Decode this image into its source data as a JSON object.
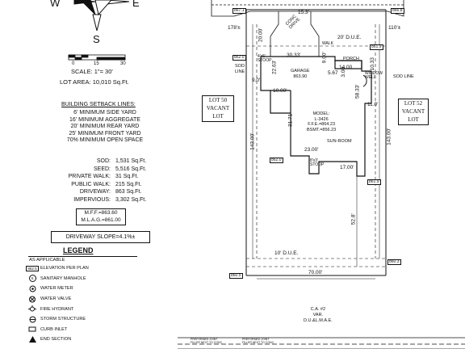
{
  "compass": {
    "west": "W",
    "east": "E",
    "south": "S"
  },
  "scale": {
    "ticks": [
      "0",
      "15",
      "30"
    ],
    "label": "SCALE:  1\"=  30'"
  },
  "lot_area": "LOT AREA: 10,010 Sq.Ft.",
  "setbacks": {
    "title": "BUILDING SETBACK LINES:",
    "lines": [
      "6' MINIMUM SIDE YARD",
      "16' MINIMUM AGGREGATE",
      "20' MINIMUM REAR YARD",
      "25' MINIMUM FRONT YARD",
      "70% MINIMUM OPEN SPACE"
    ]
  },
  "areas": [
    {
      "label": "SOD:",
      "value": "1,531 Sq.Ft."
    },
    {
      "label": "SEED:",
      "value": "5,516 Sq.Ft."
    },
    {
      "label": "PRIVATE WALK:",
      "value": "31 Sq.Ft."
    },
    {
      "label": "PUBLIC WALK:",
      "value": "215 Sq.Ft."
    },
    {
      "label": "DRIVEWAY:",
      "value": "863 Sq.Ft."
    },
    {
      "label": "IMPERVIOUS:",
      "value": "3,302 Sq.Ft."
    }
  ],
  "mff": "M.F.F.=863.60",
  "mlag": "M.L.A.G.=861.00",
  "driveway_slope": "DRIVEWAY SLOPE=4.1%±",
  "legend": {
    "title": "LEGEND",
    "subtitle": "AS APPLICABLE",
    "items": [
      {
        "symbol": "box",
        "text": "862.5",
        "label": "ELEVATION PER PLAN"
      },
      {
        "symbol": "circle-s",
        "text": "S",
        "label": "SANITARY MANHOLE"
      },
      {
        "symbol": "circle-dot",
        "text": "",
        "label": "WATER METER"
      },
      {
        "symbol": "valve",
        "text": "",
        "label": "WATER VALVE"
      },
      {
        "symbol": "hydrant",
        "text": "",
        "label": "FIRE HYDRANT"
      },
      {
        "symbol": "circle-line",
        "text": "",
        "label": "STORM STRUCTURE"
      },
      {
        "symbol": "rect",
        "text": "",
        "label": "CURB INLET"
      },
      {
        "symbol": "triangle",
        "text": "",
        "label": "END SECTION"
      }
    ]
  },
  "plan": {
    "lot50": [
      "LOT 50",
      "VACANT",
      "LOT"
    ],
    "lot52": [
      "LOT 52",
      "VACANT",
      "LOT"
    ],
    "elev_top_left": "867.1",
    "elev_top_right": "866.8",
    "dim_178": "178'±",
    "dim_110": "110'±",
    "dim_153": "15.3'",
    "conc_drive": "CONC\nDRIVE",
    "dim_20": "20' D.U.E.",
    "dim_3033": "30.33'",
    "dim_2000": "20.00'",
    "dim_2263": "22.63'",
    "porch": "PORCH",
    "dim_1400": "14.00",
    "dim_1033": "10.33",
    "dim_900": "9.00'",
    "dim_567": "5.67",
    "dim_300": "3.00",
    "garage": "GARAGE\n863.90",
    "stoop": "4'x5'\nSTOOP",
    "window_well": "WINDOW\nWELL",
    "sod_line_left": "SOD\nLINE",
    "sod_line_right": "SOD LINE",
    "dim_90": "9.0'",
    "dim_1000": "10.00'",
    "dim_1100": "11.0'",
    "model": "MODEL:\nL-3426\nF.F.E.=864.23\nBSMT.=856.23",
    "dim_3171": "31.71'",
    "dim_5833": "58.33'",
    "dim_14300_left": "143.00'",
    "dim_14300_right": "143.00'",
    "walk": "WALK",
    "sunroom": "SUN-ROOM",
    "dim_2300": "23.00'",
    "stoop2": "8'x3'\nSTOOP",
    "dim_1700": "17.00'",
    "dim_528": "52.8'",
    "elev_left_mid": "862.0",
    "elev_right_mid": "861.9",
    "dim_10due": "10' D.U.E.",
    "dim_7000": "70.00'",
    "elev_bot_left": "860.5",
    "elev_bot_right": "860.3",
    "ca": "C.A. #2\nVAR.\nD.U.&L.M.A.E.",
    "bottom_note1": "PREFORMED JOINT\nFILLER NEXT TO CONC.",
    "bottom_note2": "PREFORMED JOINT\nFILLER NEXT TO CONC."
  }
}
